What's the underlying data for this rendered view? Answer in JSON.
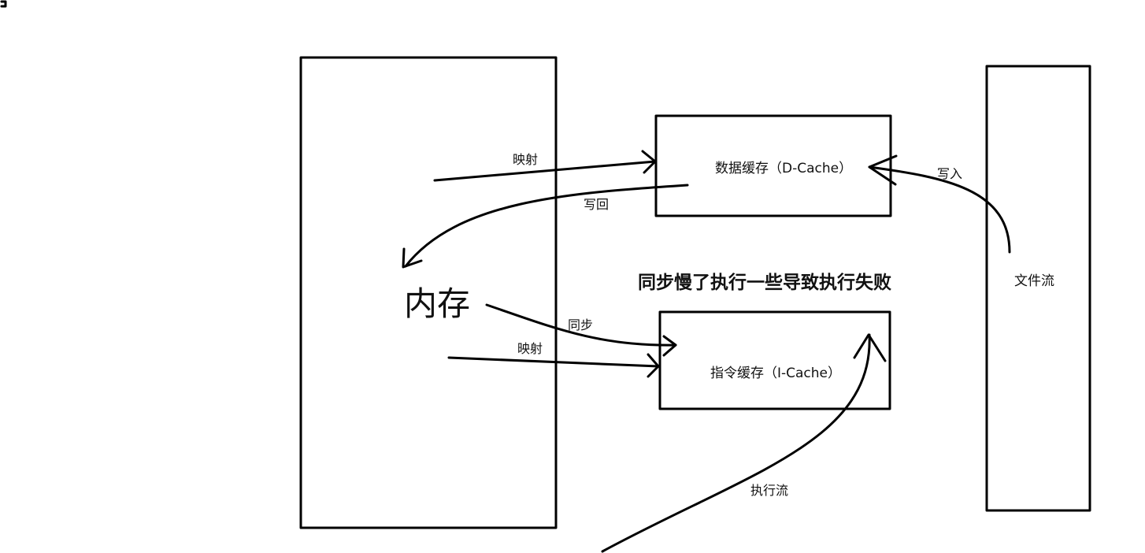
{
  "diagram": {
    "memory": {
      "label": "内存"
    },
    "dcache": {
      "label": "数据缓存（D-Cache）"
    },
    "icache": {
      "label": "指令缓存（I-Cache）"
    },
    "filestream": {
      "label": "文件流"
    },
    "arrows": {
      "map_to_dcache": "映射",
      "writeback": "写回",
      "sync": "同步",
      "map_to_icache": "映射",
      "write_in": "写入",
      "exec_stream": "执行流"
    },
    "note": "同步慢了执行一些导致执行失败"
  }
}
